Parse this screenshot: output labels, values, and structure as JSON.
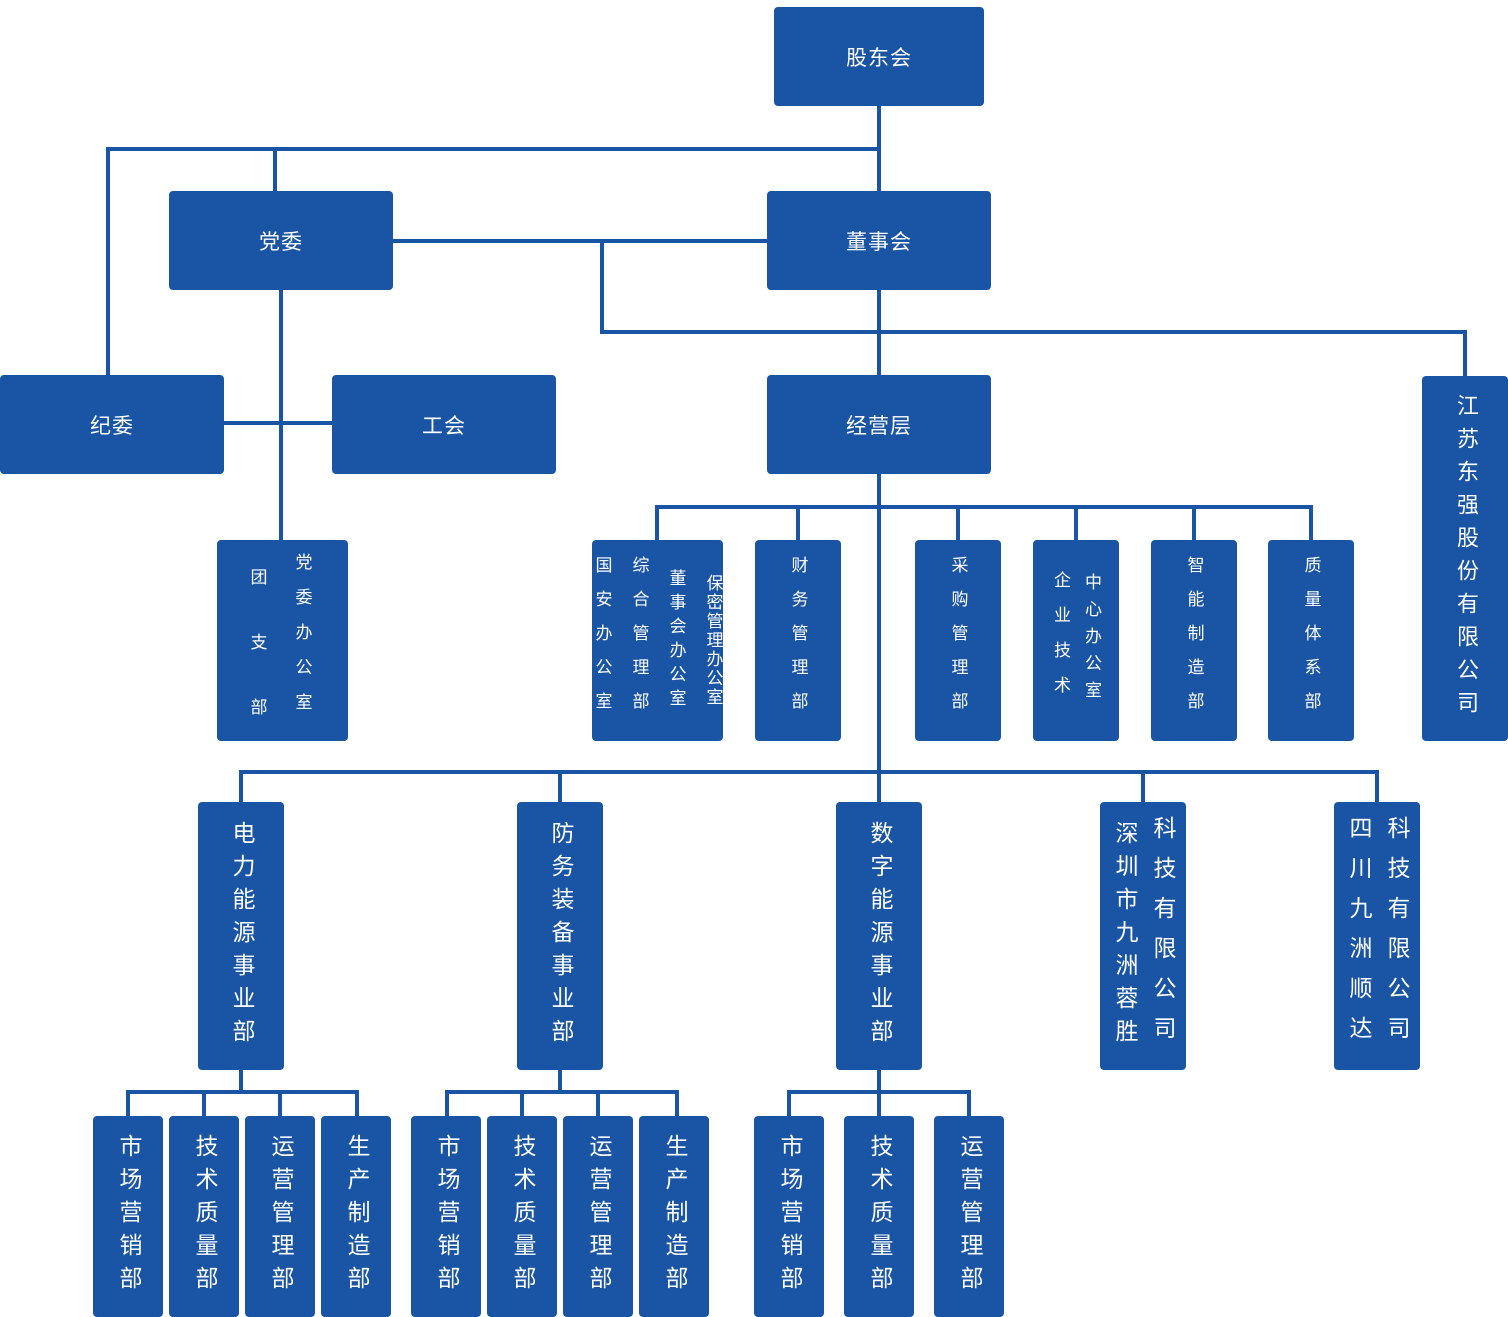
{
  "chart_title": "",
  "colors": {
    "box": "#1a55a5",
    "line": "#1a55a5",
    "text": "#ffffff"
  },
  "top": {
    "shareholders": "股东会",
    "party_committee": "党委",
    "board": "董事会",
    "discipline_committee": "纪委",
    "union": "工会",
    "management": "经营层",
    "subsidiary_jiangsu": "江苏东强股份有限公司"
  },
  "party_units": {
    "party_office": "党委办公室",
    "youth_league": "团支部"
  },
  "functional_departments": [
    {
      "columns": [
        "国安办公室",
        "综合管理部",
        "董事会办公室",
        "保密管理办公室"
      ]
    },
    {
      "columns": [
        "财务管理部"
      ]
    },
    {
      "columns": [
        "采购管理部"
      ]
    },
    {
      "columns": [
        "企业技术",
        "中心办公室"
      ]
    },
    {
      "columns": [
        "智能制造部"
      ]
    },
    {
      "columns": [
        "质量体系部"
      ]
    }
  ],
  "business_units": [
    {
      "name": "电力能源事业部",
      "children": [
        "市场营销部",
        "技术质量部",
        "运营管理部",
        "生产制造部"
      ]
    },
    {
      "name": "防务装备事业部",
      "children": [
        "市场营销部",
        "技术质量部",
        "运营管理部",
        "生产制造部"
      ]
    },
    {
      "name": "数字能源事业部",
      "children": [
        "市场营销部",
        "技术质量部",
        "运营管理部"
      ]
    },
    {
      "name_columns": [
        "深圳市九洲蓉胜",
        "科技有限公司"
      ],
      "children": []
    },
    {
      "name_columns": [
        "四川九洲顺达",
        "科技有限公司"
      ],
      "children": []
    }
  ]
}
